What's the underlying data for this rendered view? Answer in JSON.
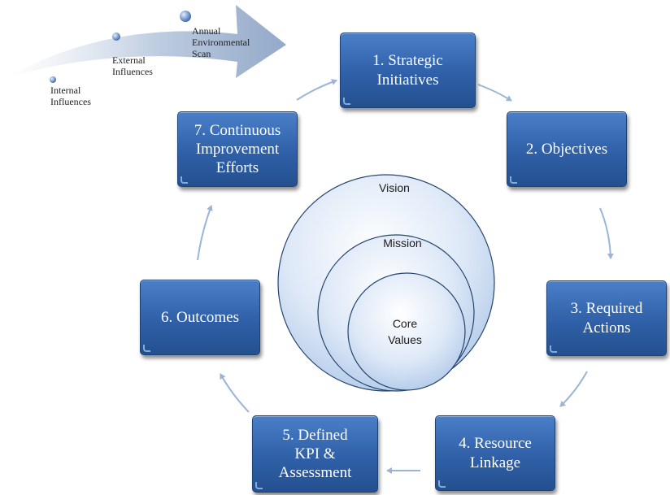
{
  "colors": {
    "box_fill": "#2f60a8",
    "box_text": "#ffffff",
    "circle_fill": "#c9daf1",
    "arrow": "#9bb4d8"
  },
  "cycle_steps": [
    {
      "label": "1.  Strategic\nInitiatives"
    },
    {
      "label": "2.  Objectives"
    },
    {
      "label": "3.  Required\nActions"
    },
    {
      "label": "4.  Resource\nLinkage"
    },
    {
      "label": "5.  Defined\nKPI &\nAssessment"
    },
    {
      "label": "6.  Outcomes"
    },
    {
      "label": "7. Continuous\nImprovement\nEfforts"
    }
  ],
  "core_circles": {
    "outer": "Vision",
    "middle": "Mission",
    "inner": "Core\nValues"
  },
  "influence_trend": {
    "points": [
      {
        "label": "Internal\nInfluences"
      },
      {
        "label": "External\nInfluences"
      },
      {
        "label": "Annual\nEnvironmental\nScan"
      }
    ]
  }
}
